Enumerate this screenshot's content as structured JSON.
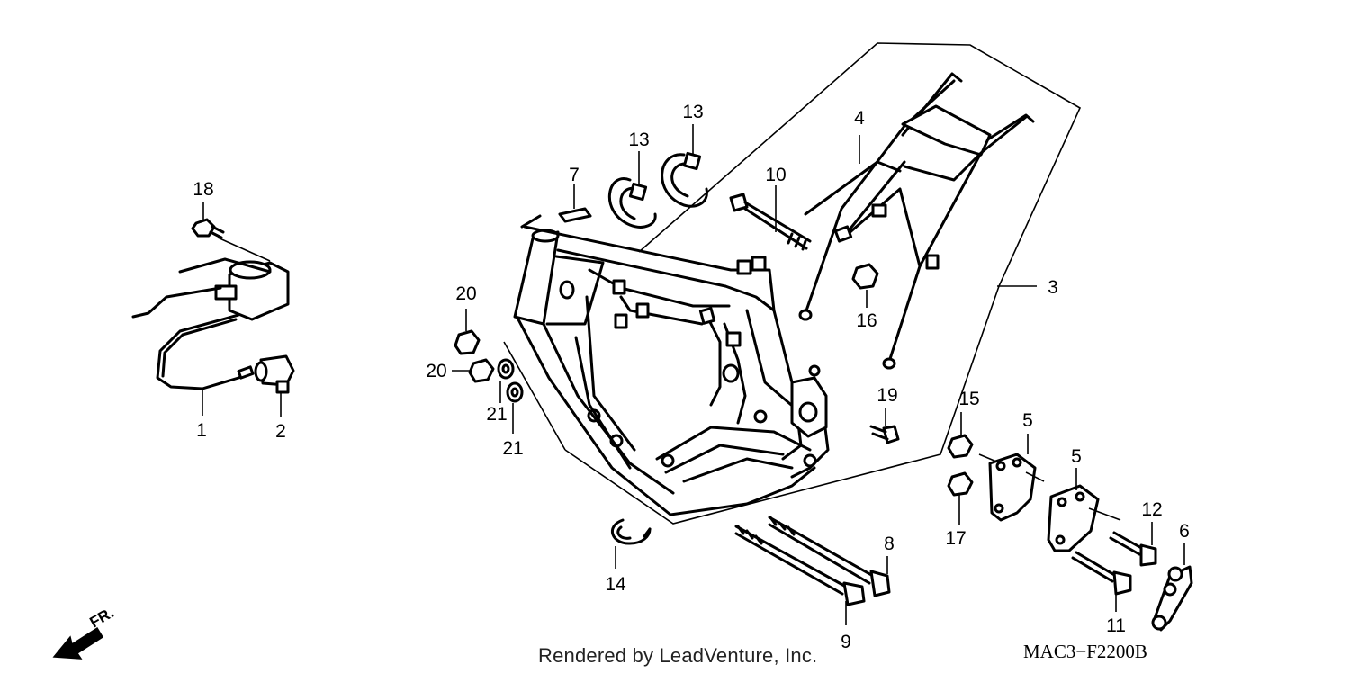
{
  "credit": "Rendered by LeadVenture, Inc.",
  "diagram_code": "MAC3−F2200B",
  "direction_label": "FR.",
  "callouts": [
    {
      "id": "1",
      "label": "1"
    },
    {
      "id": "2",
      "label": "2"
    },
    {
      "id": "3",
      "label": "3"
    },
    {
      "id": "4",
      "label": "4"
    },
    {
      "id": "5a",
      "label": "5"
    },
    {
      "id": "5b",
      "label": "5"
    },
    {
      "id": "6",
      "label": "6"
    },
    {
      "id": "7",
      "label": "7"
    },
    {
      "id": "8",
      "label": "8"
    },
    {
      "id": "9",
      "label": "9"
    },
    {
      "id": "10",
      "label": "10"
    },
    {
      "id": "11",
      "label": "11"
    },
    {
      "id": "12",
      "label": "12"
    },
    {
      "id": "13a",
      "label": "13"
    },
    {
      "id": "13b",
      "label": "13"
    },
    {
      "id": "14",
      "label": "14"
    },
    {
      "id": "15",
      "label": "15"
    },
    {
      "id": "16",
      "label": "16"
    },
    {
      "id": "17",
      "label": "17"
    },
    {
      "id": "18",
      "label": "18"
    },
    {
      "id": "19",
      "label": "19"
    },
    {
      "id": "20a",
      "label": "20"
    },
    {
      "id": "20b",
      "label": "20"
    },
    {
      "id": "21a",
      "label": "21"
    },
    {
      "id": "21b",
      "label": "21"
    }
  ]
}
